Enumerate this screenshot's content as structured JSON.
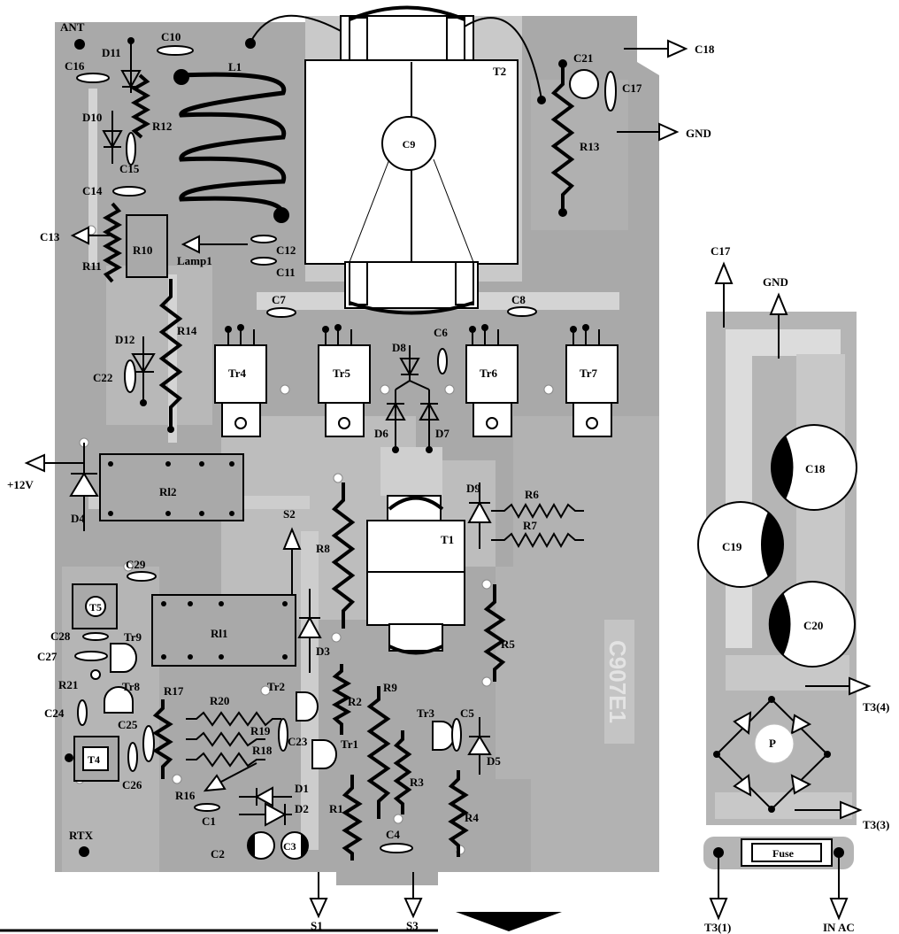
{
  "colors": {
    "board": "#a9a9a9",
    "trace": "#c4c4c4",
    "copper_light": "#d6d6d6",
    "ink": "#000000",
    "background": "#ffffff"
  },
  "labels": {
    "ANT": "ANT",
    "L1": "L1",
    "T2": "T2",
    "T1": "T1",
    "C1": "C1",
    "C2": "C2",
    "C3": "C3",
    "C4": "C4",
    "C5": "C5",
    "C6": "C6",
    "C7": "C7",
    "C8": "C8",
    "C9": "C9",
    "C10": "C10",
    "C11": "C11",
    "C12": "C12",
    "C13": "C13",
    "C14": "C14",
    "C15": "C15",
    "C16": "C16",
    "C17": "C17",
    "C18": "C18",
    "C19": "C19",
    "C20": "C20",
    "C21": "C21",
    "C22": "C22",
    "C23": "C23",
    "C24": "C24",
    "C25": "C25",
    "C26": "C26",
    "C27": "C27",
    "C28": "C28",
    "C29": "C29",
    "D1": "D1",
    "D2": "D2",
    "D3": "D3",
    "D4": "D4",
    "D5": "D5",
    "D6": "D6",
    "D7": "D7",
    "D8": "D8",
    "D9": "D9",
    "D10": "D10",
    "D11": "D11",
    "D12": "D12",
    "R1": "R1",
    "R2": "R2",
    "R3": "R3",
    "R4": "R4",
    "R5": "R5",
    "R6": "R6",
    "R7": "R7",
    "R8": "R8",
    "R9": "R9",
    "R10": "R10",
    "R11": "R11",
    "R12": "R12",
    "R13": "R13",
    "R14": "R14",
    "R16": "R16",
    "R17": "R17",
    "R18": "R18",
    "R19": "R19",
    "R20": "R20",
    "R21": "R21",
    "Tr1": "Tr1",
    "Tr2": "Tr2",
    "Tr3": "Tr3",
    "Tr4": "Tr4",
    "Tr5": "Tr5",
    "Tr6": "Tr6",
    "Tr7": "Tr7",
    "Tr8": "Tr8",
    "Tr9": "Tr9",
    "T4": "T4",
    "T5": "T5",
    "Rl1": "Rl1",
    "Rl2": "Rl2",
    "Lamp1": "Lamp1",
    "RTX": "RTX",
    "S1": "S1",
    "S2": "S2",
    "S3": "S3",
    "GND": "GND",
    "plus12V": "+12V",
    "T3_1": "T3(1)",
    "T3_3": "T3(3)",
    "T3_4": "T3(4)",
    "IN_AC": "IN AC",
    "Fuse": "Fuse",
    "P": "P",
    "board_mark": "C907E1"
  }
}
